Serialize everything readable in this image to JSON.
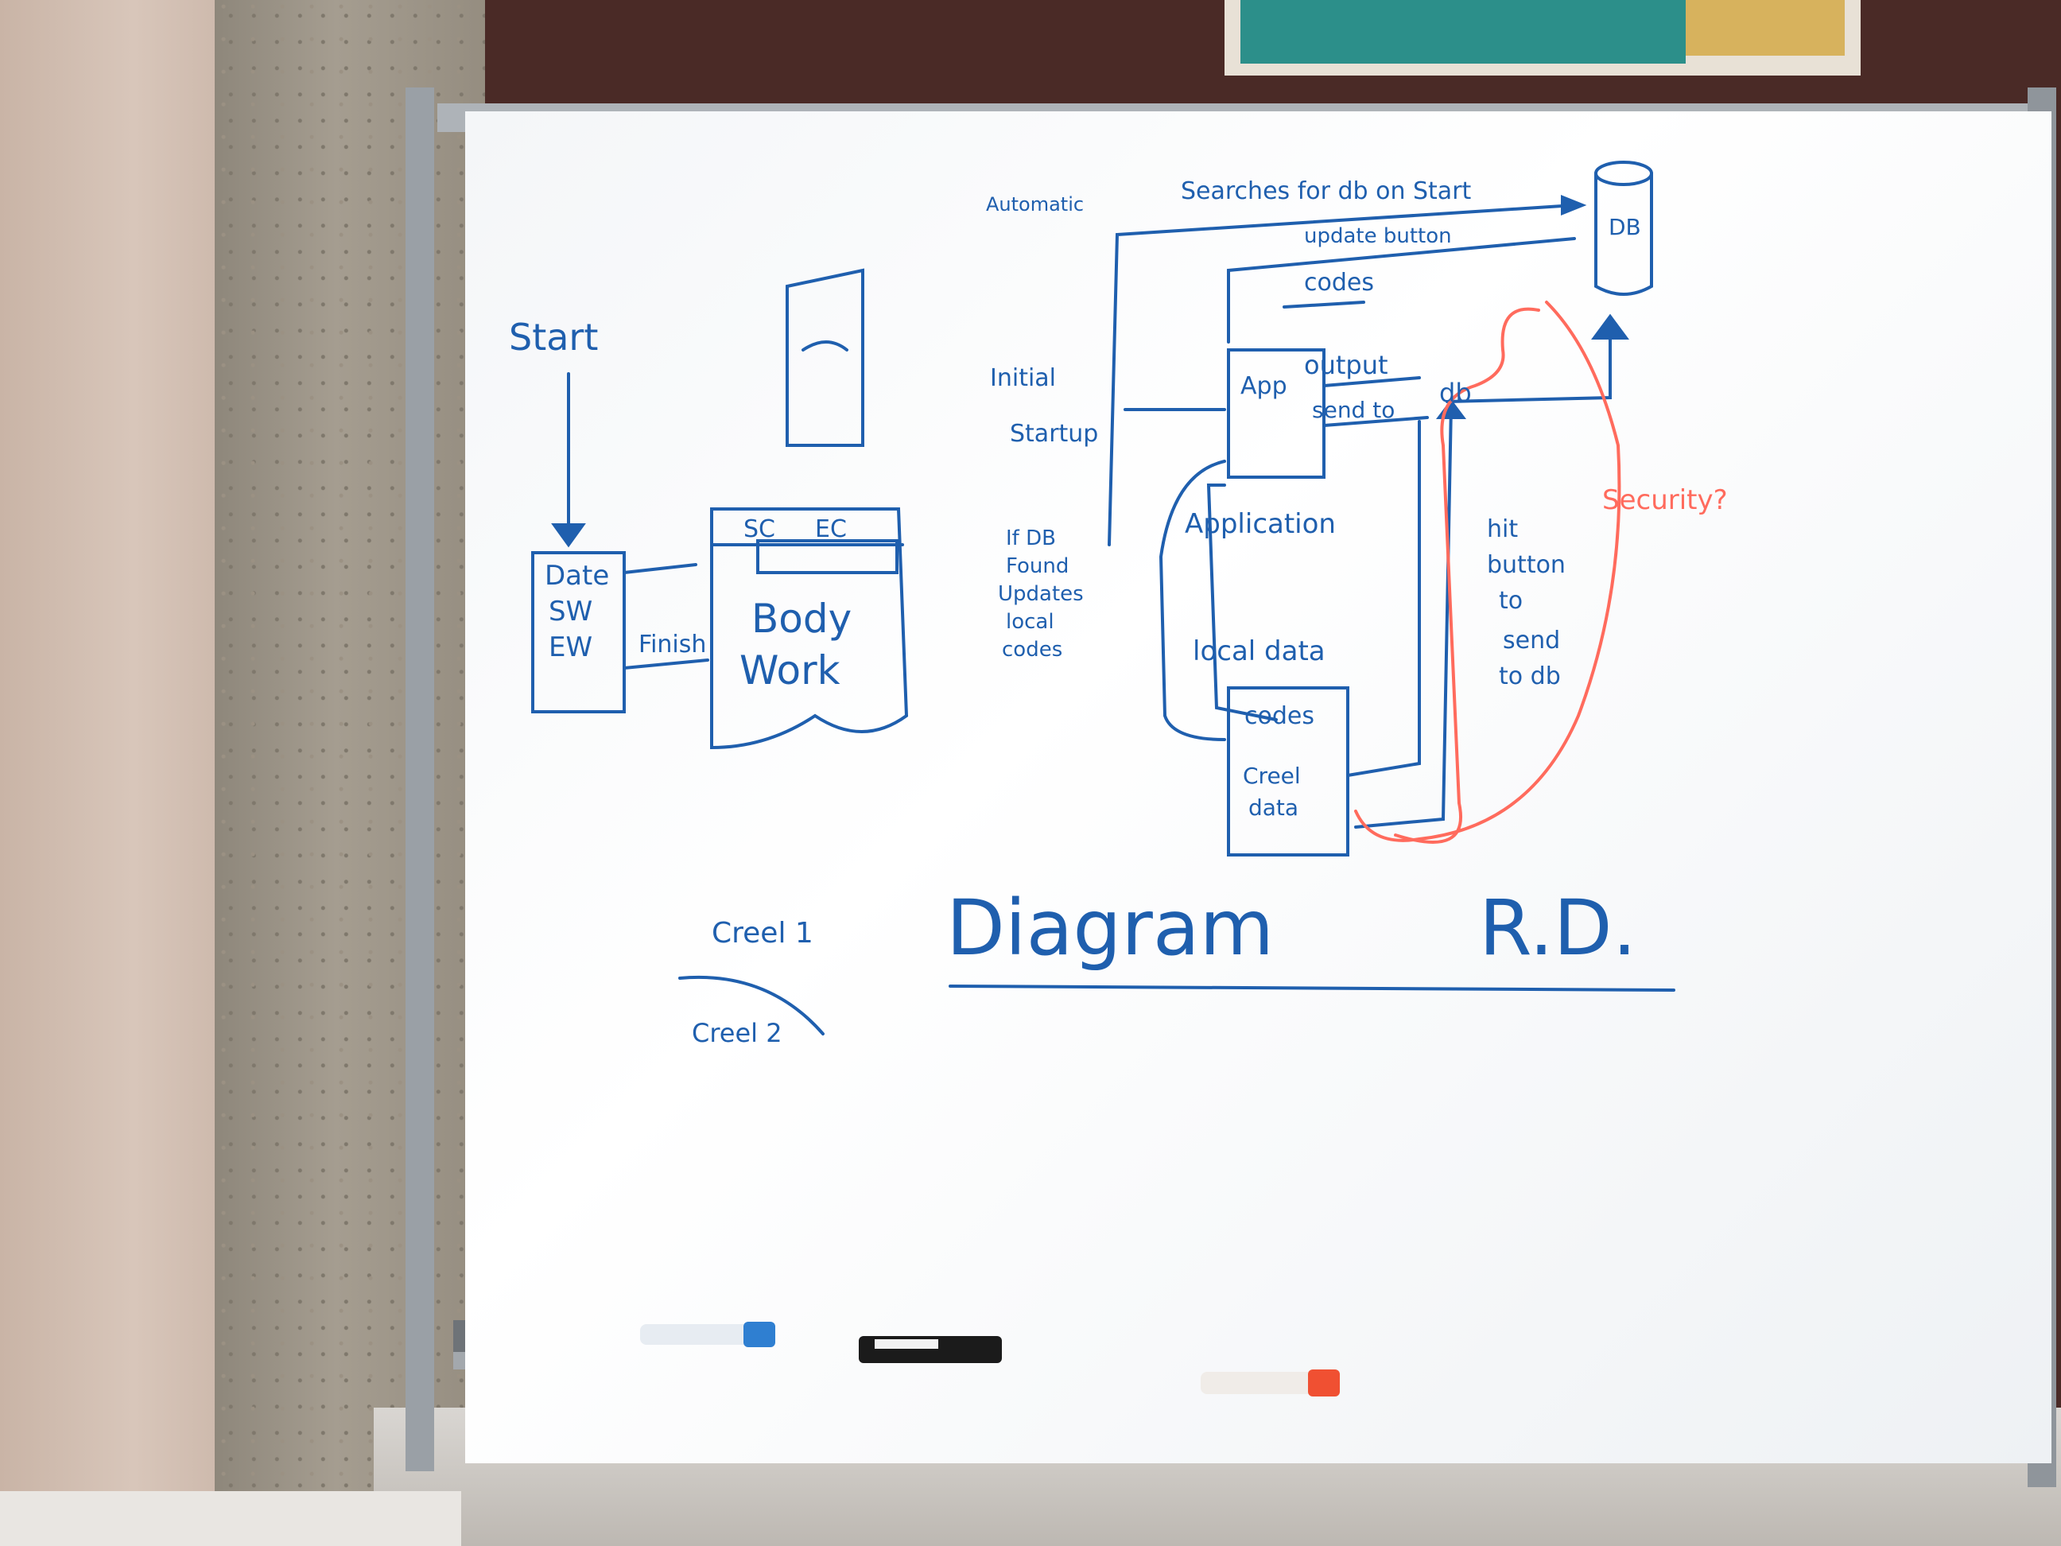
{
  "whiteboard": {
    "left_flow": {
      "start": "Start",
      "box_lines": [
        "Date",
        "SW",
        "EW"
      ],
      "finish": "Finish",
      "body_box_header": [
        "SC",
        "EC"
      ],
      "body_lines": [
        "Body",
        "Work"
      ]
    },
    "right_flow": {
      "automatic": "Automatic",
      "searches": "Searches for db on Start",
      "db": "DB",
      "update_button": "update button",
      "codes_top": "codes",
      "initial": "Initial",
      "startup": "Startup",
      "app": "App",
      "output": "output",
      "send_to": "send to",
      "db_target": "db",
      "application": "Application",
      "if_db_lines": [
        "If DB",
        "Found",
        "Updates",
        "local",
        "codes"
      ],
      "local_data": "local data",
      "codes_box": "codes",
      "creel": "Creel",
      "data": "data",
      "hit_button_lines": [
        "hit",
        "button",
        "to",
        "send",
        "to db"
      ],
      "security": "Security?"
    },
    "bottom": {
      "creel_1": "Creel 1",
      "creel_2": "Creel 2",
      "title": "Diagram",
      "rd": "R.D."
    }
  },
  "colors": {
    "ink_blue": "#1f5fae",
    "ink_red": "#ff6b5d",
    "marker_blue": "#2f7fd1",
    "marker_black": "#1b1b1b",
    "marker_red": "#f05032"
  },
  "markers": [
    {
      "name": "blue-marker",
      "color": "#2f7fd1"
    },
    {
      "name": "black-marker",
      "color": "#1b1b1b"
    },
    {
      "name": "red-marker",
      "color": "#f05032"
    }
  ]
}
